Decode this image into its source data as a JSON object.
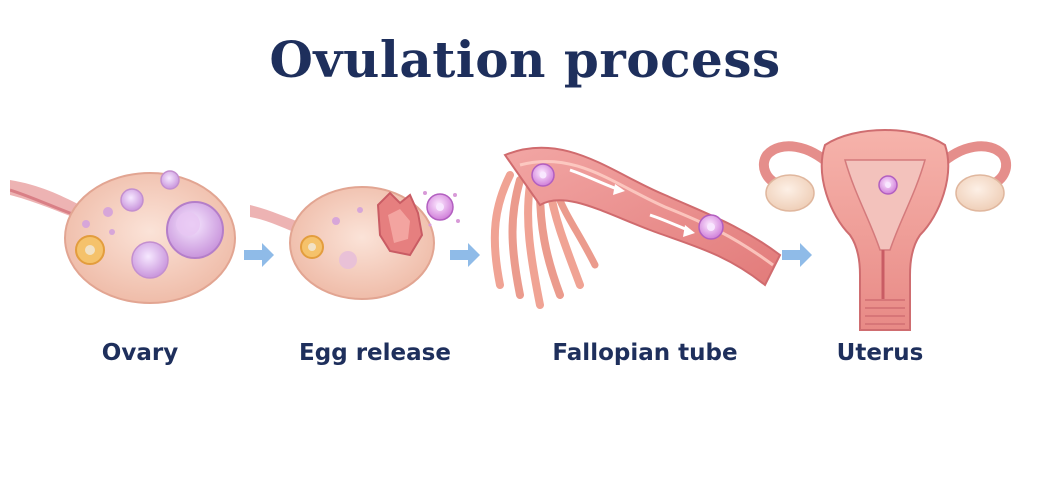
{
  "title": "Ovulation process",
  "stages": [
    {
      "label": "Ovary",
      "icon": "ovary-icon"
    },
    {
      "label": "Egg release",
      "icon": "ruptured-follicle-icon"
    },
    {
      "label": "Fallopian tube",
      "icon": "fallopian-tube-icon"
    },
    {
      "label": "Uterus",
      "icon": "uterus-icon"
    }
  ],
  "colors": {
    "title": "#1e2f5c",
    "tissue": "#f2b8a8",
    "tissue_dark": "#e07d74",
    "egg": "#cf7fd6",
    "arrow": "#8fbbe8"
  }
}
